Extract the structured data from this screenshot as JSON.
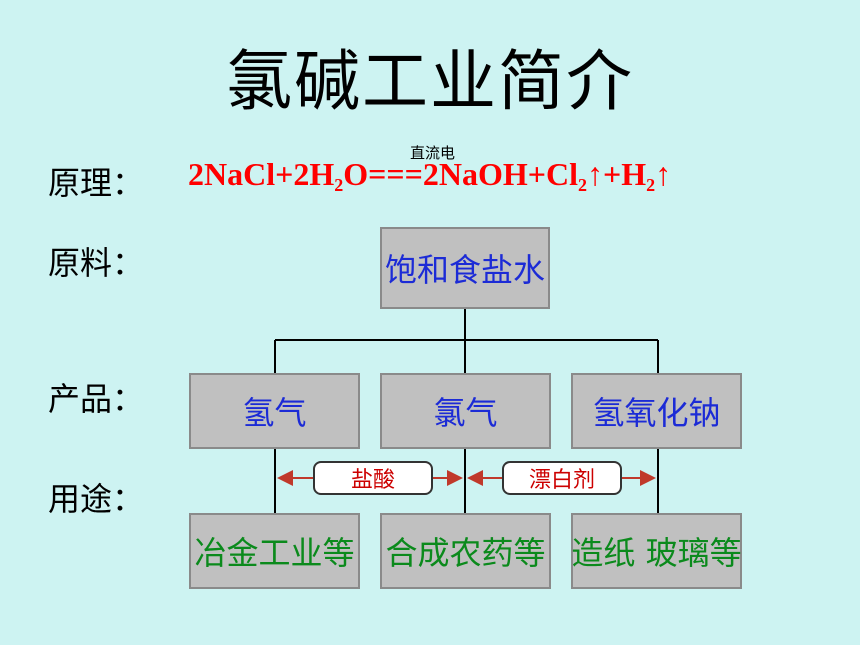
{
  "title": "氯碱工业简介",
  "labels": {
    "principle": "原理：",
    "raw_material": "原料：",
    "products": "产品：",
    "uses": "用途："
  },
  "equation": {
    "condition": "直流电",
    "reactant1": "2NaCl+2H",
    "sub1": "2",
    "part2": "O===2NaOH+Cl",
    "sub2": "2",
    "part3": "↑+H",
    "sub3": "2",
    "part4": "↑"
  },
  "raw_material_box": "饱和食盐水",
  "product_boxes": [
    "氢气",
    "氯气",
    "氢氧化钠"
  ],
  "use_labels": [
    "盐酸",
    "漂白剂"
  ],
  "use_boxes": [
    "冶金工业等",
    "合成农药等",
    "造纸 玻璃等"
  ],
  "colors": {
    "background": "#cdf3f2",
    "equation": "#ff0000",
    "box_fill": "#c0c0c0",
    "product_text": "#1c2bd6",
    "use_text": "#0b8a1c",
    "arrow": "#c0392b"
  }
}
